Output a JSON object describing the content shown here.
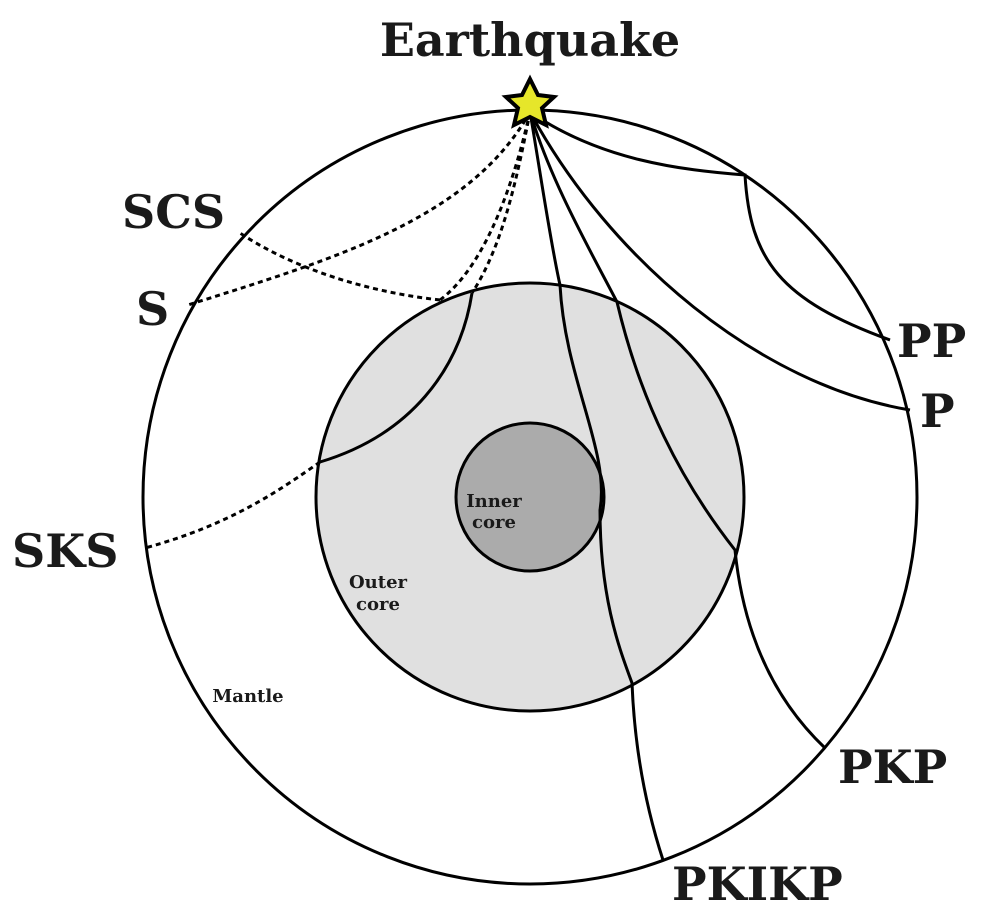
{
  "title": "Earthquake",
  "regions": {
    "inner_core": [
      "Inner",
      "core"
    ],
    "outer_core": [
      "Outer",
      "core"
    ],
    "mantle": "Mantle"
  },
  "waves": {
    "scs": "SCS",
    "s": "S",
    "sks": "SKS",
    "pp": "PP",
    "p": "P",
    "pkp": "PKP",
    "pkikp": "PKIKP"
  },
  "colors": {
    "star": "#e6e62a",
    "outer_core": "#e0e0e0",
    "inner_core": "#ababab",
    "line": "#000000"
  }
}
